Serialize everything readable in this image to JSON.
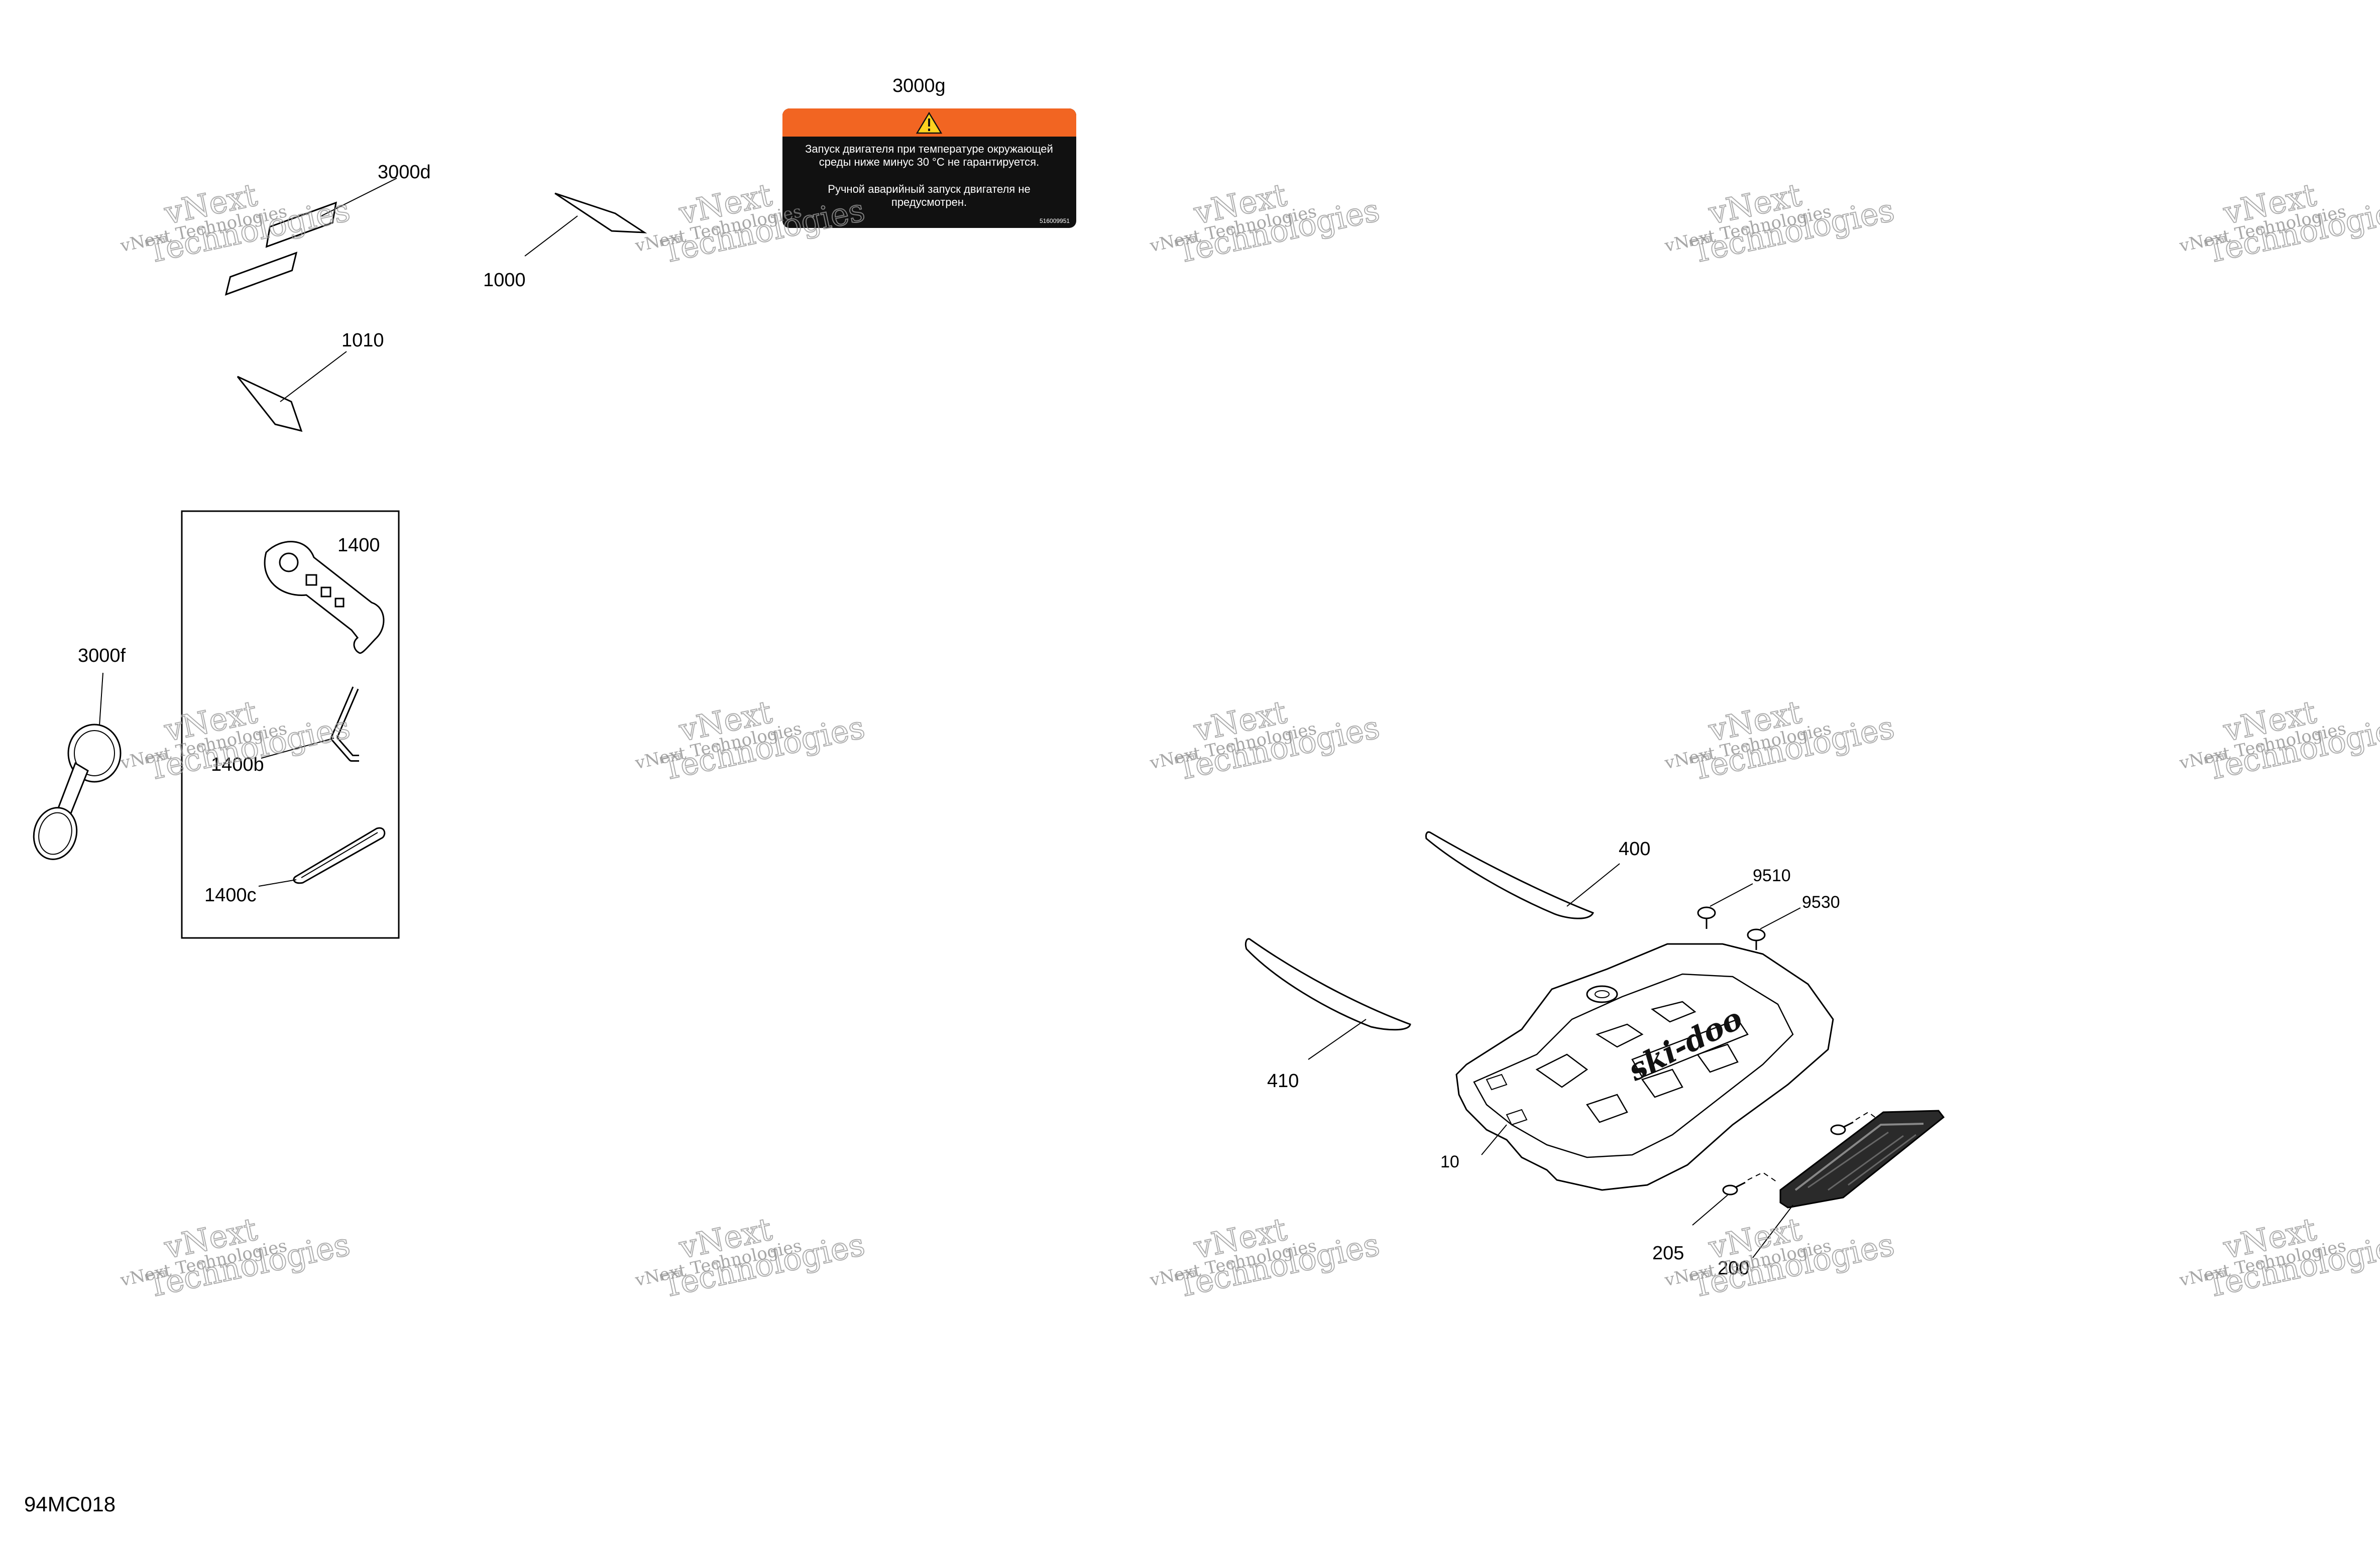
{
  "labels": {
    "l3000d": "3000d",
    "l1000": "1000",
    "l3000g": "3000g",
    "l1010": "1010",
    "l1400": "1400",
    "l3000f": "3000f",
    "l1400b": "1400b",
    "l1400c": "1400c",
    "l400": "400",
    "l9510": "9510",
    "l9530": "9530",
    "l410": "410",
    "l10": "10",
    "l205": "205",
    "l200": "200"
  },
  "decal": {
    "line1": "Запуск двигателя при температуре окружающей",
    "line2": "среды ниже минус 30 °C не гарантируется.",
    "line3": "Ручной аварийный запуск двигателя не",
    "line4": "предусмотрен.",
    "code": "516009951",
    "header_color": "#f26522",
    "body_color": "#111111"
  },
  "brand": "ski-doo",
  "watermark": {
    "small": "vNext Technologies",
    "big1": "vNext",
    "big2": "Technologies"
  },
  "diagram_id": "94MC018"
}
